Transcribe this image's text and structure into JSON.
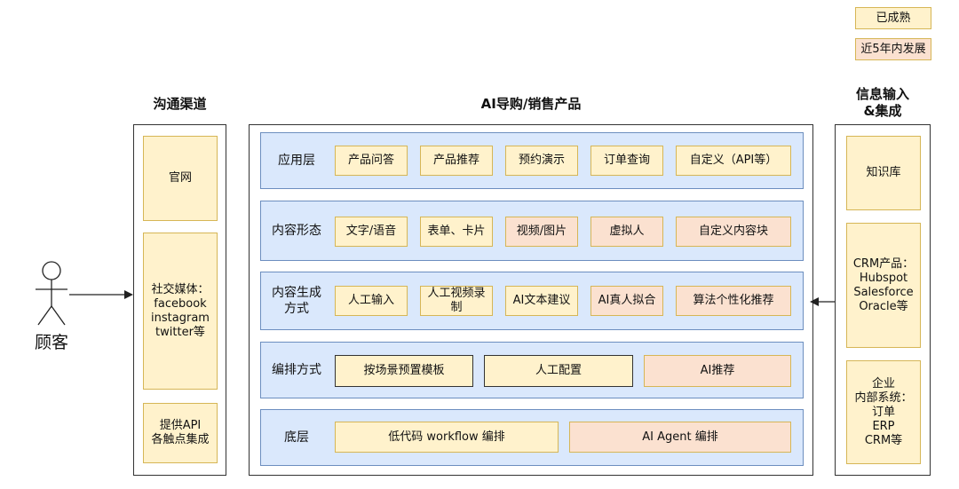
{
  "legend": {
    "mature": "已成熟",
    "developing": "近5年内发展"
  },
  "channels": {
    "title": "沟通渠道",
    "items": [
      {
        "lines": [
          "官网"
        ]
      },
      {
        "lines": [
          "社交媒体：",
          "facebook",
          "instagram",
          "twitter等"
        ]
      },
      {
        "lines": [
          "提供API",
          "各触点集成"
        ]
      }
    ]
  },
  "customer": {
    "label": "顾客"
  },
  "product": {
    "title": "AI导购/销售产品",
    "layers": [
      {
        "label": "应用层",
        "items": [
          {
            "text": "产品问答",
            "status": "mature"
          },
          {
            "text": "产品推荐",
            "status": "mature"
          },
          {
            "text": "预约演示",
            "status": "mature"
          },
          {
            "text": "订单查询",
            "status": "mature"
          },
          {
            "text": "自定义（API等）",
            "status": "mature"
          }
        ]
      },
      {
        "label": "内容形态",
        "items": [
          {
            "text": "文字/语音",
            "status": "mature"
          },
          {
            "text": "表单、卡片",
            "status": "mature"
          },
          {
            "text": "视频/图片",
            "status": "developing"
          },
          {
            "text": "虚拟人",
            "status": "developing"
          },
          {
            "text": "自定义内容块",
            "status": "developing"
          }
        ]
      },
      {
        "label": "内容生成方式",
        "label_lines": [
          "内容生成",
          "方式"
        ],
        "items": [
          {
            "text": "人工输入",
            "status": "mature"
          },
          {
            "text": "人工视频录制",
            "lines": [
              "人工视频录",
              "制"
            ],
            "status": "mature"
          },
          {
            "text": "AI文本建议",
            "status": "mature"
          },
          {
            "text": "AI真人拟合",
            "status": "developing"
          },
          {
            "text": "算法个性化推荐",
            "status": "developing"
          }
        ]
      },
      {
        "label": "编排方式",
        "items": [
          {
            "text": "按场景预置模板",
            "status": "mature"
          },
          {
            "text": "人工配置",
            "status": "mature"
          },
          {
            "text": "AI推荐",
            "status": "developing"
          }
        ]
      },
      {
        "label": "底层",
        "items": [
          {
            "text": "低代码 workflow 编排",
            "status": "mature"
          },
          {
            "text": "AI Agent 编排",
            "status": "developing"
          }
        ]
      }
    ]
  },
  "integration": {
    "title_lines": [
      "信息输入",
      "&集成"
    ],
    "items": [
      {
        "lines": [
          "知识库"
        ]
      },
      {
        "lines": [
          "CRM产品：",
          "Hubspot",
          "Salesforce",
          "Oracle等"
        ]
      },
      {
        "lines": [
          "企业",
          "内部系统：",
          "订单",
          "ERP",
          "CRM等"
        ]
      }
    ]
  },
  "colors": {
    "mature": "#fff2cc",
    "developing": "#fbe1d0",
    "layer_bg": "#dae8fc",
    "layer_border": "#6c8ebf",
    "box_border": "#d6b656"
  }
}
